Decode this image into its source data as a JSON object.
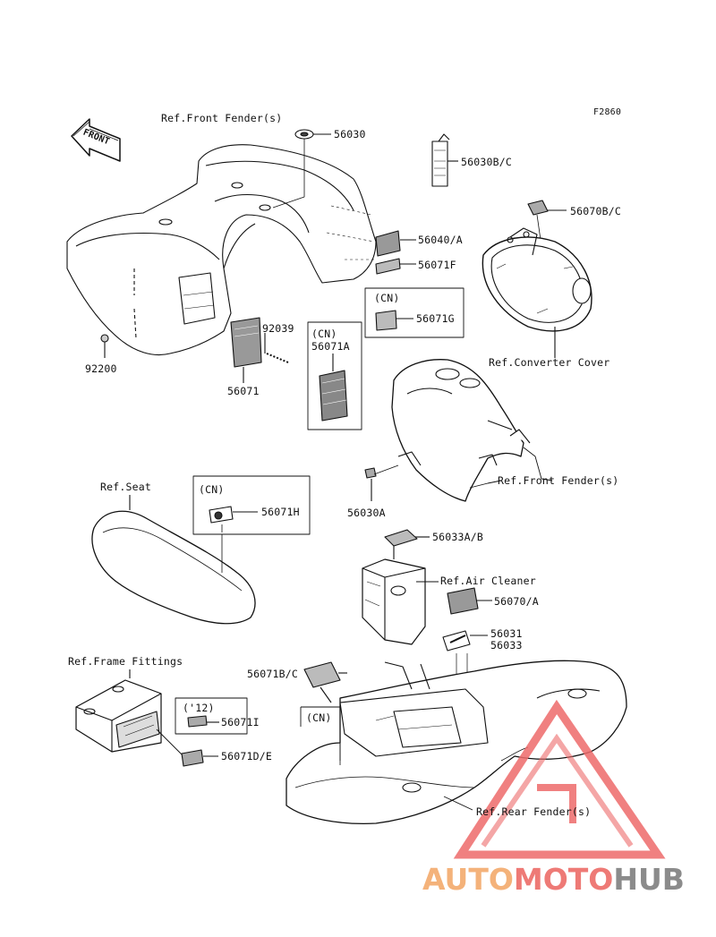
{
  "figure_code": "F2860",
  "refs": {
    "front_fender_top": "Ref.Front Fender(s)",
    "front_fender_mid": "Ref.Front Fender(s)",
    "converter_cover": "Ref.Converter Cover",
    "seat": "Ref.Seat",
    "air_cleaner": "Ref.Air Cleaner",
    "frame_fittings": "Ref.Frame Fittings",
    "rear_fender": "Ref.Rear Fender(s)"
  },
  "callouts": {
    "p56030": "56030",
    "p56030bc": "56030B/C",
    "p56070bc": "56070B/C",
    "p56040a": "56040/A",
    "p56071f": "56071F",
    "p56071g": "56071G",
    "p92039": "92039",
    "p56071a": "56071A",
    "p92200": "92200",
    "p56071": "56071",
    "p56030a": "56030A",
    "p56071h": "56071H",
    "p56033ab": "56033A/B",
    "p56070a": "56070/A",
    "p56031": "56031",
    "p56033": "56033",
    "p56071bc": "56071B/C",
    "p56071i": "56071I",
    "p56071de": "56071D/E"
  },
  "boxes": {
    "cn_g": "(CN)",
    "cn_a": "(CN)",
    "cn_h": "(CN)",
    "cn_rear": "(CN)",
    "year_12": "('12)"
  },
  "front_arrow": "FRONT",
  "watermark": {
    "auto": "AUTO",
    "moto": "MOTO",
    "hub": "HUB",
    "colors": {
      "auto": "#f4b27a",
      "moto": "#ee7a76",
      "hub": "#8b8b8b",
      "triangle": "#ee6b6b"
    }
  }
}
